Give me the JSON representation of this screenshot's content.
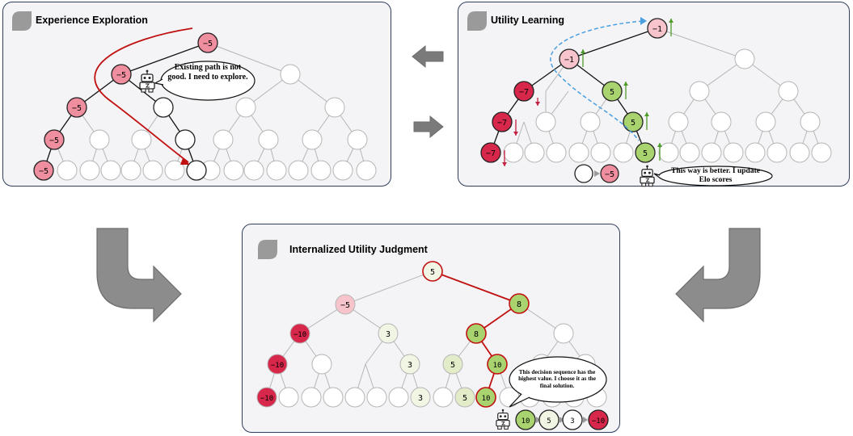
{
  "panels": {
    "exploration": {
      "title": "Experience Exploration",
      "speech": "Existing path is not good. I need to explore.",
      "nodes": [
        {
          "id": "r",
          "label": "−5",
          "fill": "pink"
        },
        {
          "id": "a",
          "label": "−5",
          "fill": "pink"
        },
        {
          "id": "b",
          "label": "",
          "fill": "white"
        },
        {
          "id": "c",
          "label": "−5",
          "fill": "pink"
        },
        {
          "id": "d",
          "label": "",
          "fill": "white"
        },
        {
          "id": "e",
          "label": "−5",
          "fill": "pink"
        },
        {
          "id": "f",
          "label": "",
          "fill": "white"
        },
        {
          "id": "g",
          "label": "−5",
          "fill": "pink"
        },
        {
          "id": "h",
          "label": "",
          "fill": "white"
        }
      ]
    },
    "learning": {
      "title": "Utility Learning",
      "speech": "This way is better. I update Elo scores",
      "legend_label": "−5",
      "nodes": [
        {
          "id": "r",
          "label": "−1",
          "fill": "pink"
        },
        {
          "id": "a",
          "label": "−1",
          "fill": "pink"
        },
        {
          "id": "b",
          "label": "−7",
          "fill": "red"
        },
        {
          "id": "c",
          "label": "5",
          "fill": "green"
        },
        {
          "id": "d",
          "label": "−7",
          "fill": "red"
        },
        {
          "id": "e",
          "label": "5",
          "fill": "green"
        },
        {
          "id": "f",
          "label": "−7",
          "fill": "red"
        },
        {
          "id": "g",
          "label": "5",
          "fill": "green"
        }
      ]
    },
    "judgment": {
      "title": "Internalized Utility Judgment",
      "speech": "This decision sequence has the highest value. I choose it as the final solution.",
      "nodes": [
        {
          "id": "r",
          "label": "5",
          "fill": "lightgreen"
        },
        {
          "id": "a",
          "label": "−5",
          "fill": "pink"
        },
        {
          "id": "b",
          "label": "8",
          "fill": "green"
        },
        {
          "id": "c",
          "label": "−10",
          "fill": "red"
        },
        {
          "id": "d",
          "label": "3",
          "fill": "lightgreen"
        },
        {
          "id": "e",
          "label": "8",
          "fill": "green"
        },
        {
          "id": "f",
          "label": "−10",
          "fill": "red"
        },
        {
          "id": "g",
          "label": "3",
          "fill": "lightgreen"
        },
        {
          "id": "h",
          "label": "5",
          "fill": "lightgreen"
        },
        {
          "id": "i",
          "label": "10",
          "fill": "green"
        },
        {
          "id": "j",
          "label": "−10",
          "fill": "red"
        },
        {
          "id": "k",
          "label": "3",
          "fill": "lightgreen"
        },
        {
          "id": "l",
          "label": "5",
          "fill": "lightgreen"
        },
        {
          "id": "m",
          "label": "10",
          "fill": "green"
        }
      ],
      "sequence": [
        "10",
        "5",
        "3",
        "−10"
      ]
    }
  },
  "colors": {
    "pink": "#ee8e9e",
    "lightpink": "#f7c4cc",
    "red": "#d7274a",
    "green": "#a8d36e",
    "lightgreen": "#e3ecc8",
    "palegreen": "#f1f6e4",
    "arrow_gray": "#8c8c8c",
    "path_red": "#c01010",
    "path_blue": "#4a9fe0"
  }
}
